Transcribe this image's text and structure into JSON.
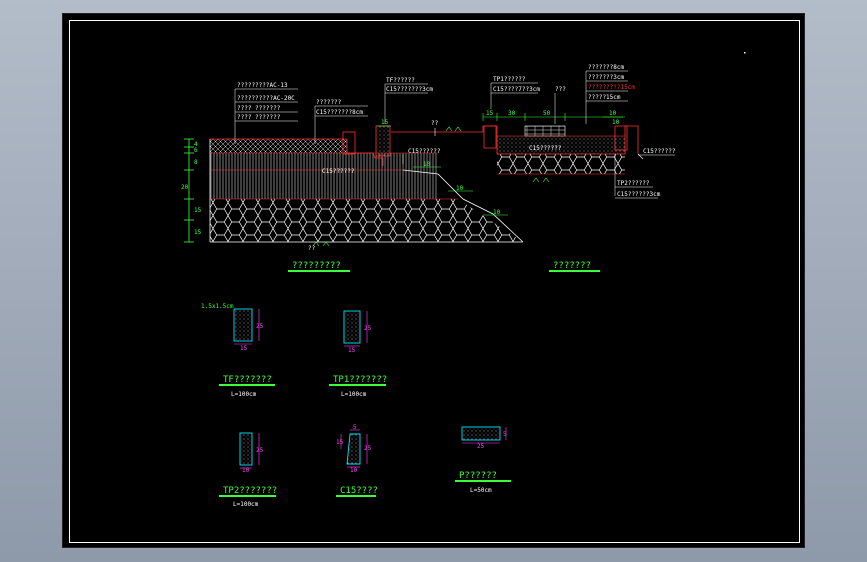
{
  "labels": {
    "main_surface_1": "?????????AC-13",
    "main_surface_2": "??????????AC-20C",
    "main_surface_3": "????  ???????",
    "curb_label": "???????",
    "curb_conc": "C15???????8cm",
    "tf_label": "TF??????",
    "tf_conc": "C15???????3cm",
    "tp_label": "TP1??????",
    "tp_conc": "C15????7??3cm",
    "paving_1": "???????8cm",
    "paving_2": "???????3cm",
    "paving_3": "?????????15cm",
    "paving_4": "?????15cm",
    "plant": "???",
    "base_conc": "C15??????",
    "tp2_label": "TP2??????",
    "tp2_conc": "C15??????3cm",
    "mid_conc": "C15??????",
    "c15_right": "C15??????",
    "pipe": "??",
    "qmark": "??"
  },
  "dims": {
    "d15a": "15",
    "d30": "30",
    "d50": "50",
    "d10a": "10",
    "d15b": "15",
    "d10b": "10",
    "d10c": "10",
    "d10d": "10",
    "d10e": "10",
    "v4": "4",
    "v6": "6",
    "v8": "8",
    "v20": "20",
    "v15a": "15",
    "v15b": "15"
  },
  "titles": {
    "road_section": "?????????",
    "sidewalk_section": "???????",
    "tf_detail": "TF???????",
    "tp1_detail": "TP1???????",
    "tp2_detail": "TP2???????",
    "c15_detail": "C15????",
    "p_detail": "P??????"
  },
  "details": {
    "corner_note": "1.5x1.5cm",
    "tf_length": "L=100cm",
    "tp1_length": "L=100cm",
    "tp2_length": "L=100cm",
    "p_length": "L=50cm",
    "tf_w": "15",
    "tf_h": "25",
    "tp1_w": "15",
    "tp1_h": "25",
    "tp2_w": "10",
    "tp2_h": "25",
    "c15_top": "5",
    "c15_w": "10",
    "c15_side": "15",
    "c15_h": "25",
    "p_w": "25",
    "p_h": "5"
  },
  "colors": {
    "background": "#000000",
    "line_white": "#ffffff",
    "line_red": "#ff3030",
    "line_green": "#3cff3c",
    "line_cyan": "#00e5ff",
    "line_magenta": "#ff40ff",
    "line_yellow": "#ffff00"
  }
}
